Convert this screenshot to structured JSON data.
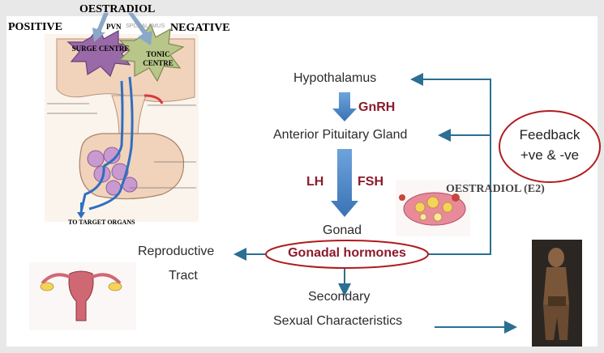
{
  "top_labels": {
    "oestradiol": "OESTRADIOL",
    "positive": "POSITIVE",
    "negative": "NEGATIVE",
    "pvn": "PVN",
    "pvn_faint": "SPCHALAMUS",
    "surge_centre": "SURGE CENTRE",
    "tonic_centre": "TONIC CENTRE",
    "target_organs": "TO TARGET ORGANS"
  },
  "flow": {
    "hypothalamus": "Hypothalamus",
    "gnrh": "GnRH",
    "anterior_pituitary": "Anterior Pituitary Gland",
    "lh": "LH",
    "fsh": "FSH",
    "gonad": "Gonad",
    "gonadal_hormones": "Gonadal hormones",
    "reproductive_tract_line1": "Reproductive",
    "reproductive_tract_line2": "Tract",
    "secondary_line1": "Secondary",
    "secondary_line2": "Sexual Characteristics",
    "oestradiol_e2": "OESTRADIOL (E2)"
  },
  "feedback": {
    "line1": "Feedback",
    "line2": "+ve & -ve"
  },
  "colors": {
    "arrow_blue": "#4a86c8",
    "connector_teal": "#2b6f93",
    "hormone_red": "#8b1a2b",
    "ellipse_red": "#b01c1c",
    "star_purple": "#9a6aa8",
    "star_green": "#b8c68a"
  }
}
